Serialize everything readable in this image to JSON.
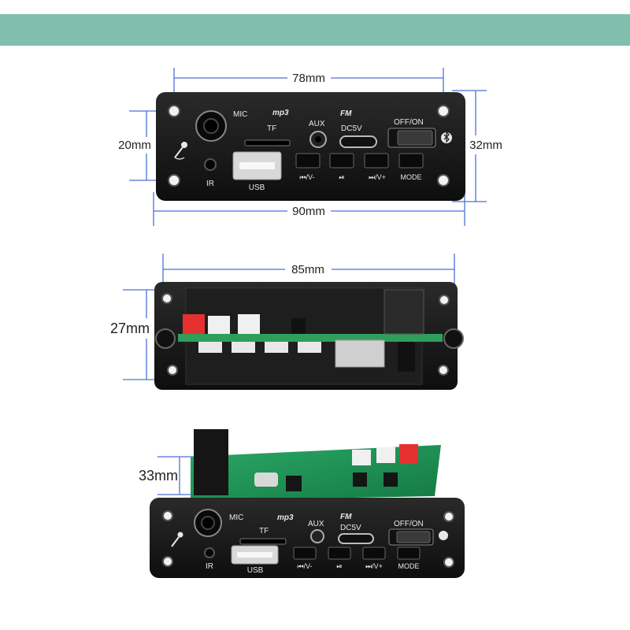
{
  "dimensions": {
    "width_holes": "78mm",
    "height_holes": "20mm",
    "height_total": "32mm",
    "width_total": "90mm",
    "width_cutout": "85mm",
    "depth_side": "27mm",
    "depth_back": "33mm"
  },
  "panel_labels": {
    "mic": "MIC",
    "mp3": "mp3",
    "fm": "FM",
    "tf": "TF",
    "aux": "AUX",
    "dc5v": "DC5V",
    "offon": "OFF/ON",
    "ir": "IR",
    "usb": "USB",
    "prev": "⏮/V-",
    "play": "⏯",
    "next": "⏭/V+",
    "mode": "MODE"
  },
  "colors": {
    "banner": "#7fbfab",
    "dimension_line": "#4c72d6",
    "panel": "#161616",
    "pcb": "#1f9a5a"
  }
}
